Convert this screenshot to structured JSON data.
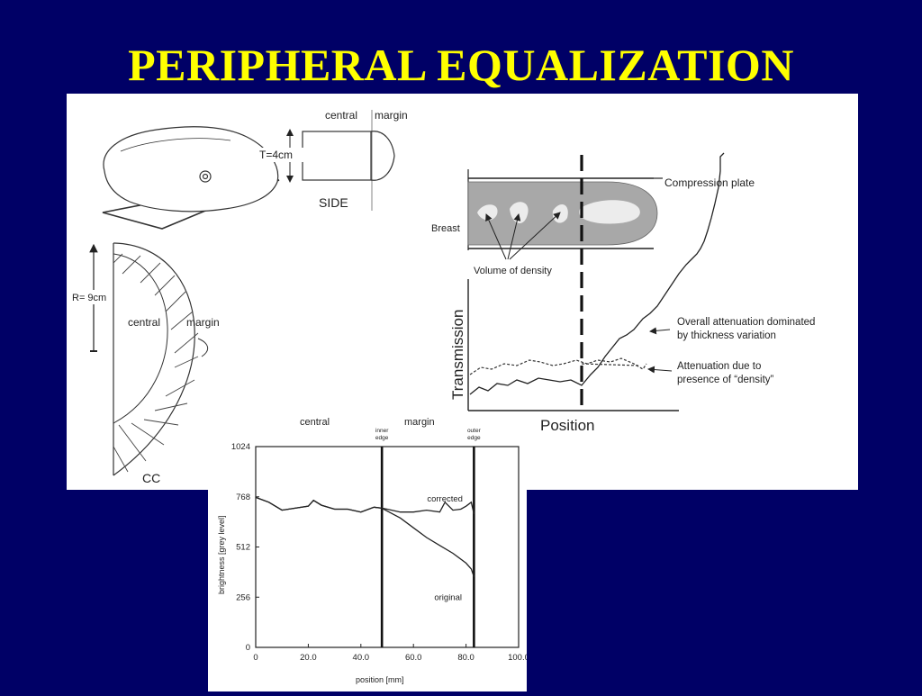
{
  "slide": {
    "title": "PERIPHERAL EQUALIZATION"
  },
  "breast_views": {
    "side_label": "SIDE",
    "cc_label": "CC",
    "thickness_label": "T=4cm",
    "radius_label": "R= 9cm",
    "side_central": "central",
    "side_margin": "margin",
    "cc_central": "central",
    "cc_margin": "margin"
  },
  "transmission_diagram": {
    "compression_plate": "Compression plate",
    "breast": "Breast",
    "volume_of_density": "Volume of density",
    "ylabel": "Transmission",
    "xlabel": "Position",
    "annotation_overall_1": "Overall attenuation dominated",
    "annotation_overall_2": "by thickness variation",
    "annotation_density_1": "Attenuation due to",
    "annotation_density_2": "presence of “density”"
  },
  "chart_data": {
    "type": "line",
    "title": "",
    "xlabel": "position [mm]",
    "ylabel": "brightness [grey level]",
    "xlim": [
      0,
      100
    ],
    "ylim": [
      0,
      1024
    ],
    "x_ticks": [
      "0",
      "20.0",
      "40.0",
      "60.0",
      "80.0",
      "100.0"
    ],
    "y_ticks": [
      "0",
      "256",
      "512",
      "768",
      "1024"
    ],
    "region_labels": [
      "central",
      "margin"
    ],
    "boundaries": [
      {
        "label_1": "inner",
        "label_2": "edge",
        "x": 48
      },
      {
        "label_1": "outer",
        "label_2": "edge",
        "x": 83
      }
    ],
    "series": [
      {
        "name": "corrected",
        "x": [
          0,
          5,
          10,
          15,
          20,
          22,
          25,
          30,
          35,
          40,
          45,
          48,
          50,
          55,
          60,
          65,
          70,
          72,
          75,
          78,
          80,
          82,
          83
        ],
        "y": [
          765,
          740,
          700,
          710,
          720,
          750,
          725,
          705,
          705,
          690,
          715,
          710,
          705,
          690,
          690,
          700,
          690,
          740,
          700,
          705,
          720,
          740,
          680
        ]
      },
      {
        "name": "original",
        "x": [
          0,
          5,
          10,
          15,
          20,
          22,
          25,
          30,
          35,
          40,
          45,
          48,
          50,
          55,
          60,
          65,
          70,
          75,
          80,
          82,
          83
        ],
        "y": [
          765,
          740,
          700,
          710,
          720,
          750,
          725,
          705,
          705,
          690,
          715,
          710,
          695,
          660,
          610,
          560,
          520,
          480,
          430,
          400,
          360
        ]
      }
    ]
  }
}
